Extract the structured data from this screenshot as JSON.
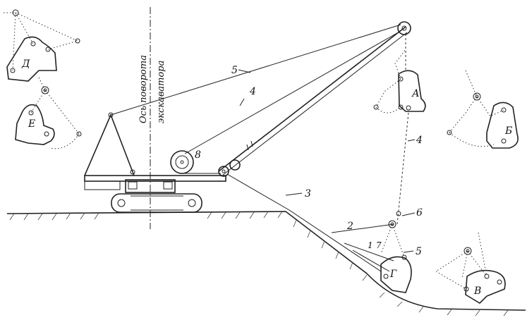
{
  "axis_label": {
    "line1": "Ось поворота",
    "line2": "экскаватора"
  },
  "cable_numbers": {
    "n5_boom": "5",
    "n4_boom": "4",
    "n3": "3",
    "n4_right": "4",
    "n6": "6",
    "n5_lower": "5",
    "n2": "2",
    "n1": "1",
    "n7": "7",
    "n8": "8"
  },
  "bucket_positions": {
    "A": "А",
    "B": "Б",
    "V": "В",
    "G": "Г",
    "D": "Д",
    "E": "Е"
  }
}
